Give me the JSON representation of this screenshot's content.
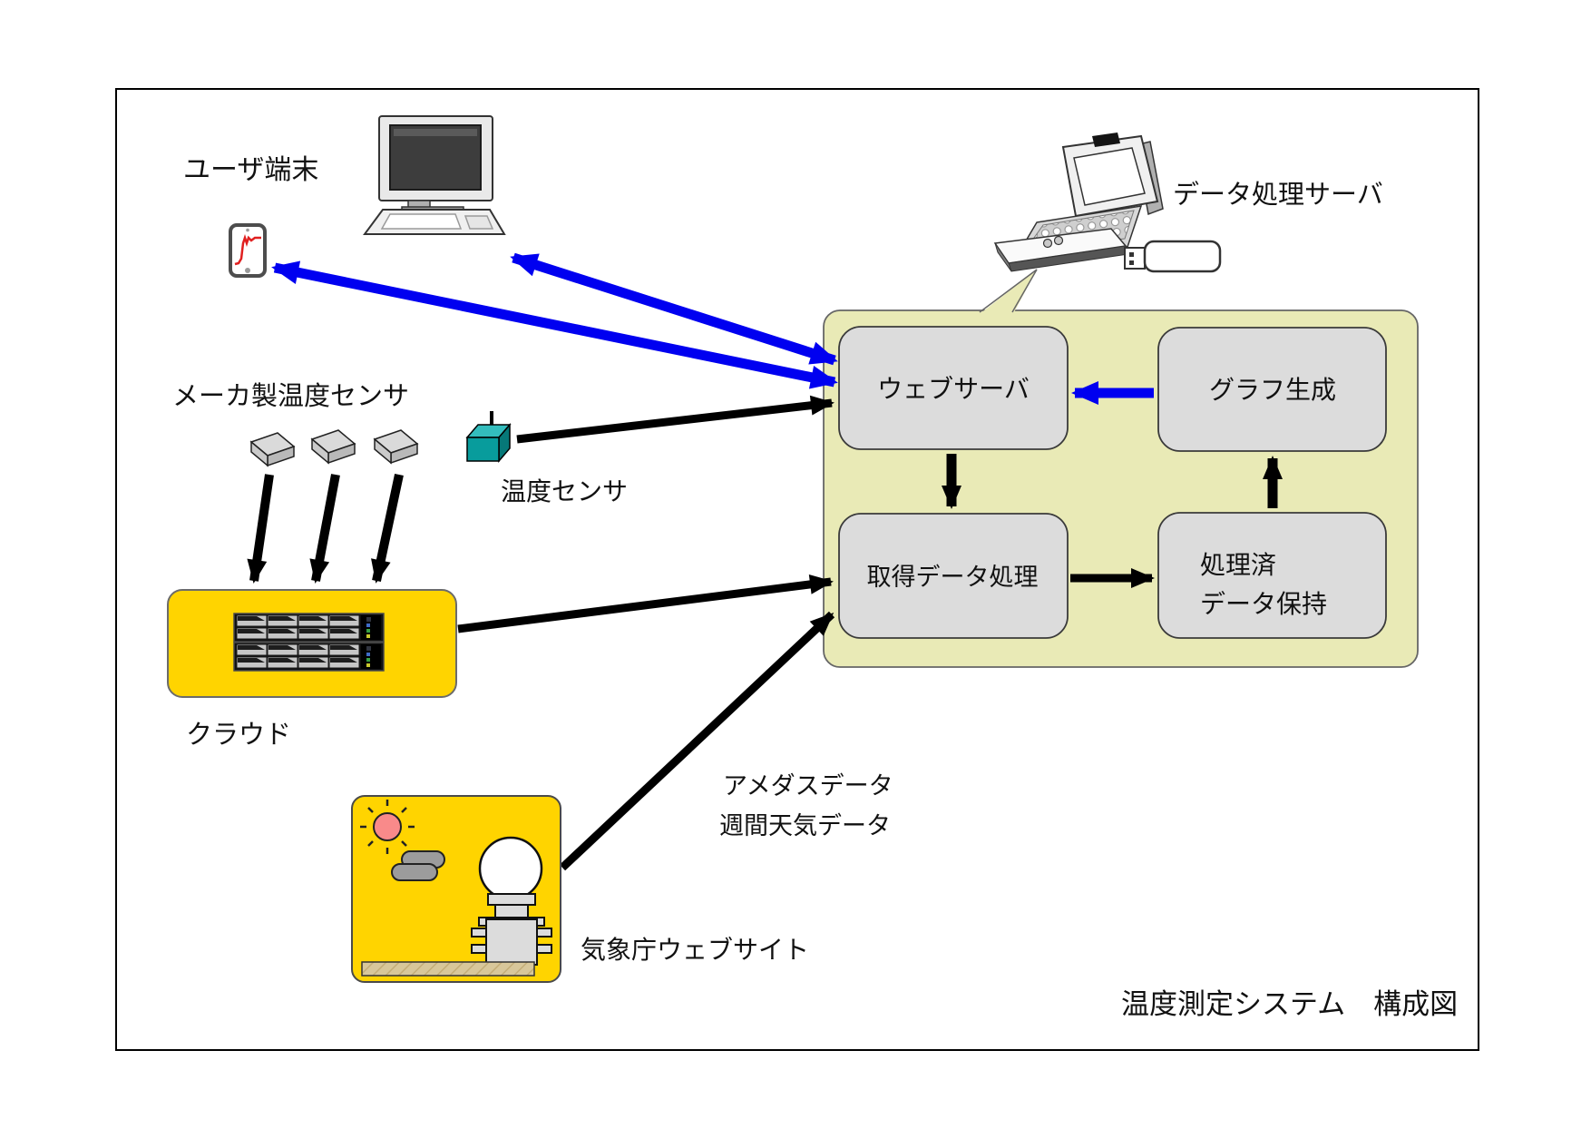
{
  "diagram_title": "温度測定システム　構成図",
  "labels": {
    "user_terminal": "ユーザ端末",
    "data_server": "データ処理サーバ",
    "maker_sensors": "メーカ製温度センサ",
    "temp_sensor": "温度センサ",
    "cloud": "クラウド",
    "jma_site": "気象庁ウェブサイト",
    "amedas_line1": "アメダスデータ",
    "amedas_line2": "週間天気データ"
  },
  "nodes": {
    "web_server": "ウェブサーバ",
    "graph_gen": "グラフ生成",
    "acquire": "取得データ処理",
    "store_line1": "処理済",
    "store_line2": "データ保持"
  },
  "colors": {
    "arrow_blue": "#0000f0",
    "arrow_black": "#000000",
    "panel_green": "#e9eab6",
    "node_gray": "#dcdcdc",
    "highlight_gold": "#ffd400",
    "sensor_teal": "#089c9c"
  }
}
